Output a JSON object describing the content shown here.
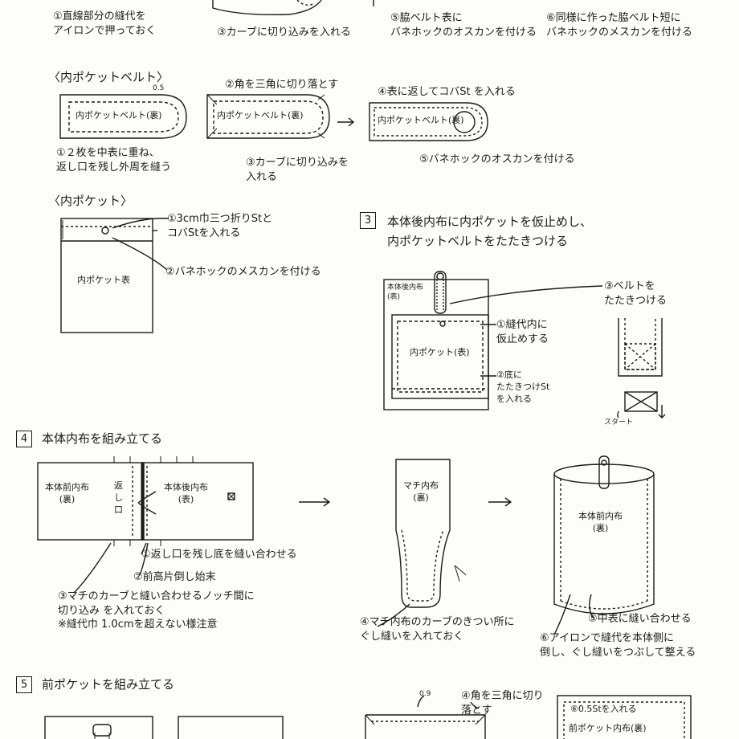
{
  "top": {
    "note1": "①直線部分の縫代を\nアイロンで押っておく",
    "note3": "③カーブに切り込みを入れる",
    "note5": "⑤脇ベルト表に\nバネホックのオスカンを付ける",
    "note6": "⑥同様に作った脇ベルト短に\nバネホックのメスカンを付ける"
  },
  "inner_belt": {
    "title": "〈内ポケットベルト〉",
    "dim": "0.5",
    "label": "内ポケットベルト(裏)",
    "s1": "①２枚を中表に重ね、\n返し口を残し外周を縫う",
    "s2": "②角を三角に切り落とす",
    "s3": "③カーブに切り込みを\n入れる",
    "s4": "④表に返してコバSt を入れる",
    "s5": "⑤バネホックのオスカンを付ける"
  },
  "inner_pocket": {
    "title": "〈内ポケット〉",
    "label": "内ポケット表",
    "s1": "①3cm巾三つ折りStと\nコバStを入れる",
    "s2": "②バネホックのメスカンを付ける"
  },
  "step3": {
    "num": "3",
    "title": "本体後内布に内ポケットを仮止めし、\n内ポケットベルトをたたきつける",
    "body_label": "本体後内布\n(表)",
    "pocket_label": "内ポケット(表)",
    "s1": "①縫代内に\n仮止めする",
    "s2": "②底に\nたたきつけSt\nを入れる",
    "s3": "③ベルトを\nたたきつける",
    "start": "スタート"
  },
  "step4": {
    "num": "4",
    "title": "本体内布を組み立てる",
    "front_label": "本体前内布\n(裏)",
    "opening_label": "返し口",
    "back_label": "本体後内布\n(表)",
    "gusset_label": "マチ内布\n(裏)",
    "assembled_label": "本体前内布\n(裏)",
    "s1": "①返し口を残し底を縫い合わせる",
    "s2": "②前高片倒し始末",
    "s3": "③マチのカーブと縫い合わせるノッチ間に\n切り込み を入れておく\n※縫代巾 1.0cmを超えない様注意",
    "s4": "④マチ内布のカーブのきつい所に\nぐし縫いを入れておく",
    "s5": "⑤中表に縫い合わせる",
    "s6": "⑥アイロンで縫代を本体側に\n倒し、ぐし縫いをつぶして整える"
  },
  "step5": {
    "num": "5",
    "title": "前ポケットを組み立てる",
    "dim": "0.9",
    "s4": "④角を三角に切り\n落とす",
    "s6": "⑥0.5Stを入れる",
    "lining_label": "前ポケット内布(裏)"
  }
}
